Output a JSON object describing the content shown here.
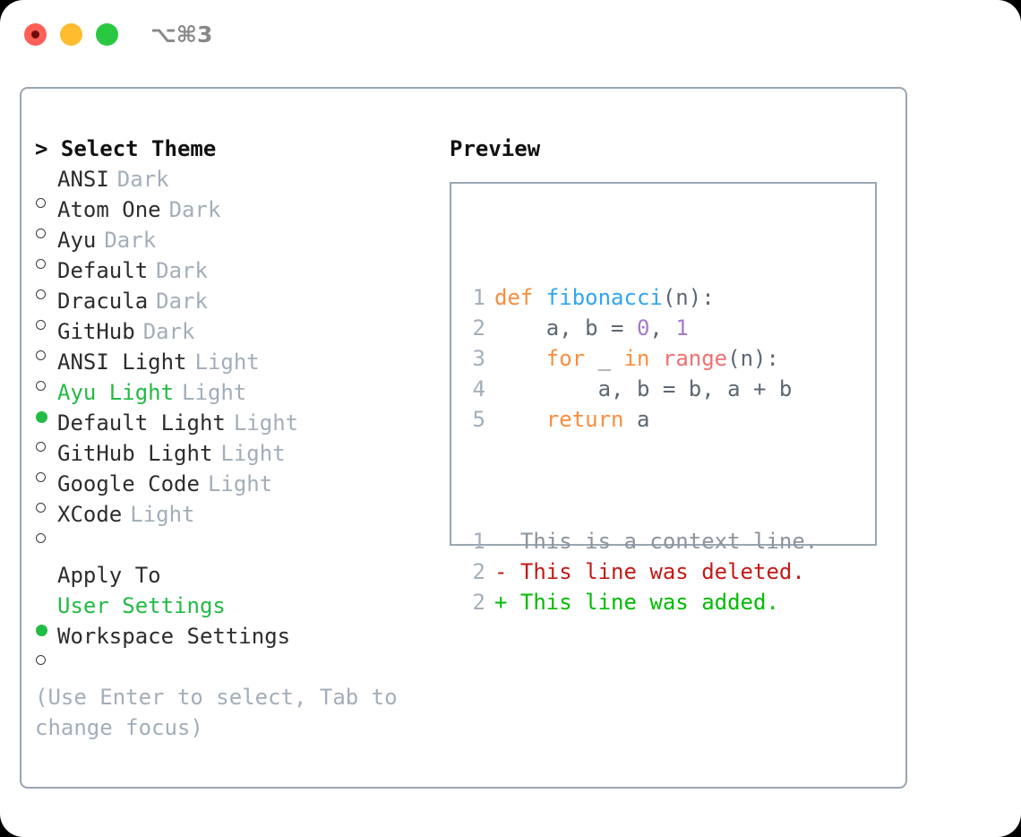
{
  "titlebar": {
    "shortcut": "⌥⌘3",
    "buttons": [
      "close",
      "minimize",
      "maximize"
    ]
  },
  "left": {
    "title": "> Select Theme",
    "themes": [
      {
        "marker": "open",
        "label": "ANSI",
        "variant": "Dark",
        "selected": false
      },
      {
        "marker": "open",
        "label": "Atom One",
        "variant": "Dark",
        "selected": false
      },
      {
        "marker": "open",
        "label": "Ayu",
        "variant": "Dark",
        "selected": false
      },
      {
        "marker": "open",
        "label": "Default",
        "variant": "Dark",
        "selected": false
      },
      {
        "marker": "open",
        "label": "Dracula",
        "variant": "Dark",
        "selected": false
      },
      {
        "marker": "open",
        "label": "GitHub",
        "variant": "Dark",
        "selected": false
      },
      {
        "marker": "open",
        "label": "ANSI Light",
        "variant": "Light",
        "selected": false
      },
      {
        "marker": "filled",
        "label": "Ayu Light",
        "variant": "Light",
        "selected": true
      },
      {
        "marker": "open",
        "label": "Default Light",
        "variant": "Light",
        "selected": false
      },
      {
        "marker": "open",
        "label": "GitHub Light",
        "variant": "Light",
        "selected": false
      },
      {
        "marker": "open",
        "label": "Google Code",
        "variant": "Light",
        "selected": false
      },
      {
        "marker": "open",
        "label": "XCode",
        "variant": "Light",
        "selected": false
      }
    ],
    "apply_to_header": "Apply To",
    "apply_to": [
      {
        "marker": "filled",
        "label": "User Settings",
        "selected": true
      },
      {
        "marker": "open",
        "label": "Workspace Settings",
        "selected": false
      }
    ],
    "hint": "(Use Enter to select, Tab to change focus)"
  },
  "right": {
    "title": "Preview",
    "code_lines": [
      {
        "n": "1",
        "tokens": [
          {
            "t": "def ",
            "c": "kw"
          },
          {
            "t": "fibonacci",
            "c": "fn"
          },
          {
            "t": "(n):",
            "c": "pun"
          }
        ]
      },
      {
        "n": "2",
        "tokens": [
          {
            "t": "    a, b = ",
            "c": "var"
          },
          {
            "t": "0",
            "c": "num"
          },
          {
            "t": ", ",
            "c": "pun"
          },
          {
            "t": "1",
            "c": "num"
          }
        ]
      },
      {
        "n": "3",
        "tokens": [
          {
            "t": "    ",
            "c": "var"
          },
          {
            "t": "for",
            "c": "kw"
          },
          {
            "t": " _ ",
            "c": "var"
          },
          {
            "t": "in",
            "c": "kw"
          },
          {
            "t": " ",
            "c": "var"
          },
          {
            "t": "range",
            "c": "bi"
          },
          {
            "t": "(n):",
            "c": "pun"
          }
        ]
      },
      {
        "n": "4",
        "tokens": [
          {
            "t": "        a, b = b, a + b",
            "c": "var"
          }
        ]
      },
      {
        "n": "5",
        "tokens": [
          {
            "t": "    ",
            "c": "var"
          },
          {
            "t": "return",
            "c": "kw"
          },
          {
            "t": " a",
            "c": "var"
          }
        ]
      }
    ],
    "diff_lines": [
      {
        "n": "1",
        "sign": "  ",
        "text": "This is a context line.",
        "cls": "ctx"
      },
      {
        "n": "2",
        "sign": "- ",
        "text": "This line was deleted.",
        "cls": "del"
      },
      {
        "n": "2",
        "sign": "+ ",
        "text": "This line was added.",
        "cls": "add"
      }
    ]
  },
  "colors": {
    "selected_green": "#22bb44",
    "muted": "#a3aeba",
    "border": "#9aa5b1",
    "keyword": "#fa8d3e",
    "function": "#2fa5f2",
    "number": "#a37acc",
    "builtin": "#f07171",
    "diff_add": "#00bb00",
    "diff_del": "#c41a16"
  }
}
